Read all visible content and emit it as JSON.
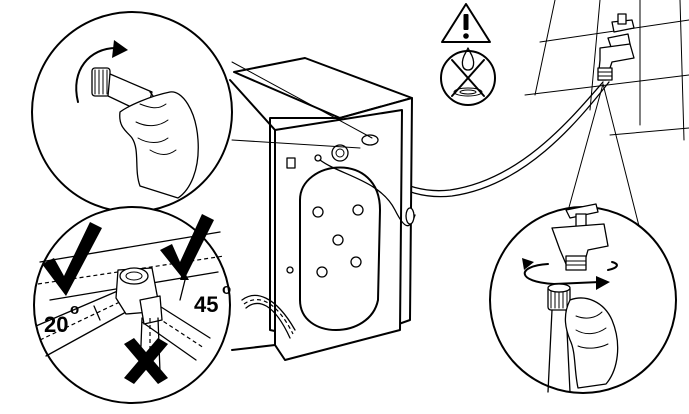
{
  "labels": {
    "angle_left": "20",
    "angle_right": "45",
    "degree_symbol": "o"
  },
  "colors": {
    "line": "#000000",
    "background": "#ffffff"
  },
  "icons": {
    "warning": "warning-triangle-icon",
    "no_leak": "no-leak-icon",
    "correct": "check-mark-icon",
    "incorrect": "x-mark-icon",
    "rotation": "rotate-arrow-icon"
  }
}
